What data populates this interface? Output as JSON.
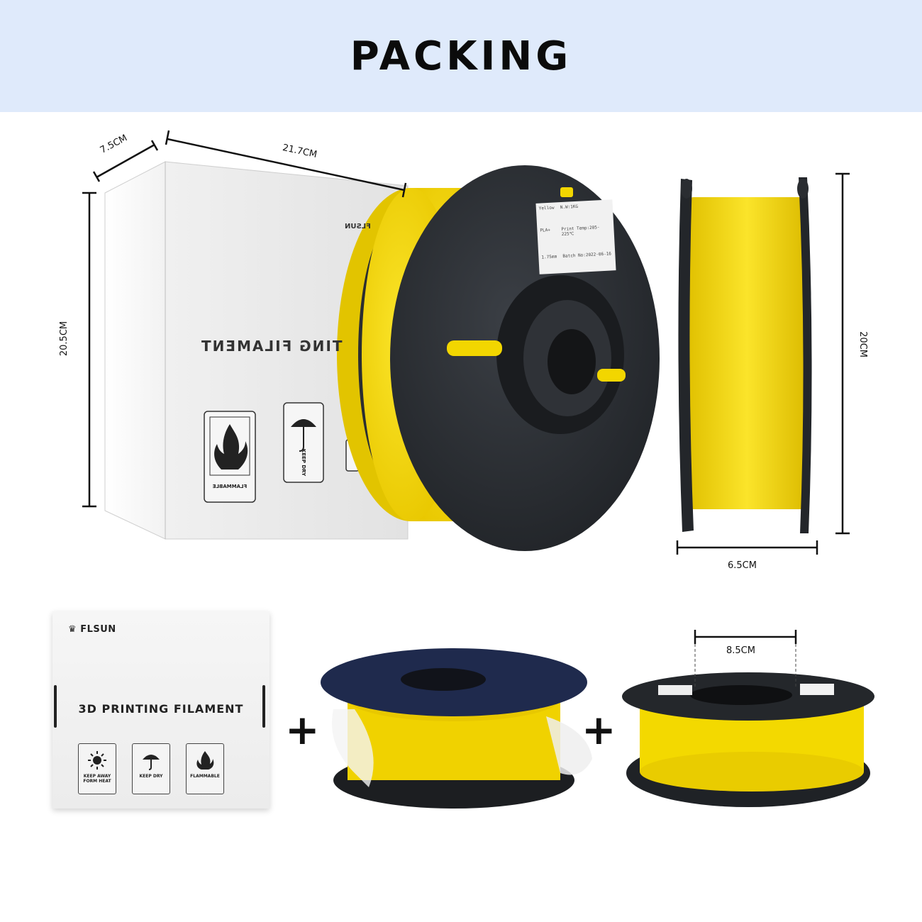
{
  "header": {
    "title": "PACKING"
  },
  "dimensions": {
    "box_depth": "7.5CM",
    "box_width": "21.7CM",
    "box_height": "20.5CM",
    "spool_height": "20CM",
    "spool_width": "6.5CM",
    "spool_core": "8.5CM"
  },
  "box": {
    "side_text": "TING FILAMENT",
    "brand": "FLSUN",
    "icon_labels": [
      "FLAMMABLE",
      "KEEP DRY"
    ]
  },
  "spool_label": {
    "lines": [
      "Yellow",
      "PLA+",
      "1.75mm",
      "N.W:1KG",
      "Print Temp:205-225℃",
      "Batch No:2022-06-16"
    ]
  },
  "flat_box": {
    "brand": "FLSUN",
    "title": "3D PRINTING FILAMENT",
    "icons": [
      {
        "icon": "sun-icon",
        "label": "KEEP AWAY FORM HEAT"
      },
      {
        "icon": "umbrella-icon",
        "label": "KEEP DRY"
      },
      {
        "icon": "flame-icon",
        "label": "FLAMMABLE"
      }
    ]
  },
  "plus_sign": "+",
  "colors": {
    "banner": "#dfeafb",
    "filament": "#f5d90a",
    "spool": "#2a2d31"
  }
}
